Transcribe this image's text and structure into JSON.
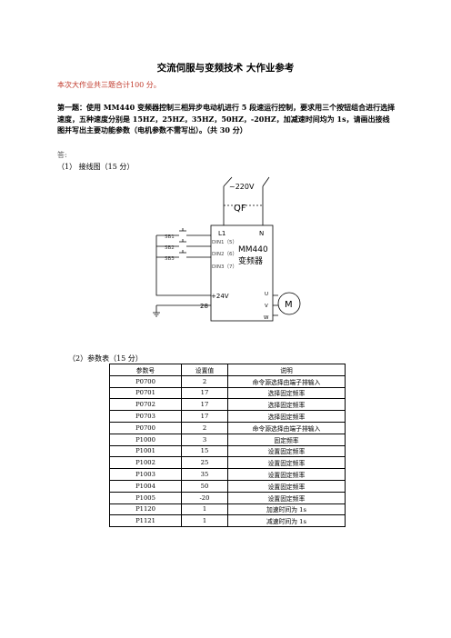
{
  "title": "交流伺服与变频技术 大作业参考",
  "intro": "本次大作业共三题合计100 分。",
  "question1": "第一题：使用 MM440 变频器控制三相异步电动机进行 5 段速运行控制，要求用三个按钮组合进行选择速度，五种速度分别是 15HZ，25HZ，35HZ，50HZ，-20HZ，加减速时间均为 1s，请画出接线图并写出主要功能参数（电机参数不需写出）。（共 30 分）",
  "answer_label": "答:",
  "part1_label": "（1） 接线图（15 分）",
  "part2_label": "（2）参数表（15 分）",
  "diagram": {
    "supply": "~220V",
    "breaker": "QF",
    "terminal_l1": "L1",
    "terminal_n": "N",
    "model": "MM440",
    "device": "变频器",
    "buttons": [
      "SB1",
      "SB2",
      "SB3"
    ],
    "inputs": [
      "DIN1（5）",
      "DIN2（6）",
      "DIN3（7）"
    ],
    "plus24": "+24V",
    "pin28": "28",
    "outputs": [
      "U",
      "V",
      "W"
    ],
    "motor": "M"
  },
  "table": {
    "headers": [
      "参数号",
      "设置值",
      "说明"
    ],
    "rows": [
      [
        "P0700",
        "2",
        "命令源选择由端子排输入"
      ],
      [
        "P0701",
        "17",
        "选择固定频率"
      ],
      [
        "P0702",
        "17",
        "选择固定频率"
      ],
      [
        "P0703",
        "17",
        "选择固定频率"
      ],
      [
        "P0700",
        "2",
        "命令源选择由端子排输入"
      ],
      [
        "P1000",
        "3",
        "固定频率"
      ],
      [
        "P1001",
        "15",
        "设置固定频率"
      ],
      [
        "P1002",
        "25",
        "设置固定频率"
      ],
      [
        "P1003",
        "35",
        "设置固定频率"
      ],
      [
        "P1004",
        "50",
        "设置固定频率"
      ],
      [
        "P1005",
        "-20",
        "设置固定频率"
      ],
      [
        "P1120",
        "1",
        "加速时间为 1s"
      ],
      [
        "P1121",
        "1",
        "减速时间为 1s"
      ]
    ]
  }
}
